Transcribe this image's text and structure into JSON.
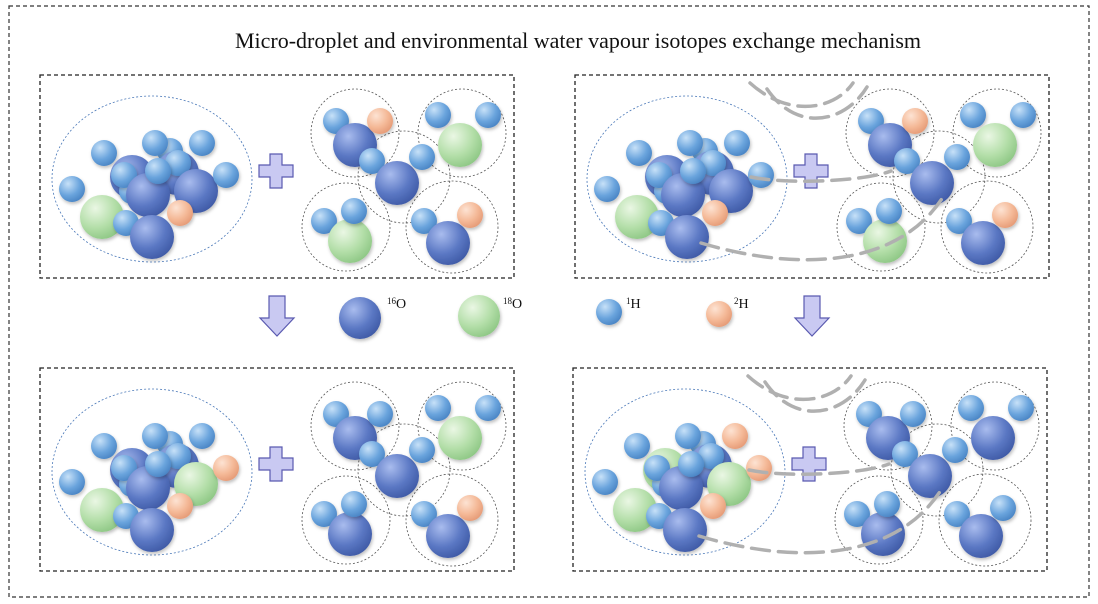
{
  "title": "Micro-droplet and environmental water vapour isotopes exchange mechanism",
  "legend": [
    {
      "key": "o16",
      "sup": "16",
      "symbol": "O"
    },
    {
      "key": "o18",
      "sup": "18",
      "symbol": "O"
    },
    {
      "key": "h1",
      "sup": "1",
      "symbol": "H"
    },
    {
      "key": "h2",
      "sup": "2",
      "symbol": "H"
    }
  ],
  "colors": {
    "o16": "#5b78c4",
    "o18": "#b3dea8",
    "h1": "#6aa4dd",
    "h2": "#f4b896",
    "arrow_fill": "#c9c9f2",
    "arrow_stroke": "#5a5ab0",
    "plus_fill": "#c9c9f2",
    "plus_stroke": "#5a5ab0",
    "dashed_arc": "#b0b0b0"
  },
  "panels": [
    {
      "id": "top-left",
      "droplet_o18": [
        3
      ],
      "droplet_h2": [
        6
      ],
      "vapour_o18": [
        2,
        4
      ],
      "vapour_h2": [
        1,
        5
      ],
      "wind": false
    },
    {
      "id": "top-right",
      "droplet_o18": [
        3
      ],
      "droplet_h2": [
        6
      ],
      "vapour_o18": [
        2,
        4
      ],
      "vapour_h2": [
        1,
        5
      ],
      "wind": true
    },
    {
      "id": "bottom-left",
      "droplet_o18": [
        3,
        4
      ],
      "droplet_h2": [
        4,
        6
      ],
      "vapour_o18": [
        2
      ],
      "vapour_h2": [
        5
      ],
      "wind": false
    },
    {
      "id": "bottom-right",
      "droplet_o18": [
        1,
        3,
        4
      ],
      "droplet_h2": [
        2,
        4,
        6
      ],
      "vapour_o18": [],
      "vapour_h2": [],
      "wind": true
    }
  ]
}
